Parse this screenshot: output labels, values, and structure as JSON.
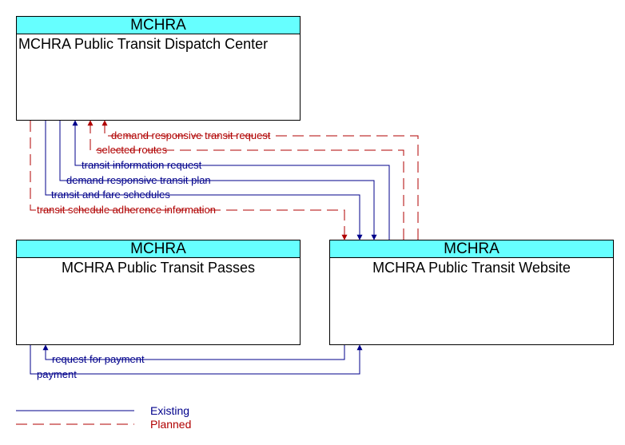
{
  "boxes": {
    "dispatch": {
      "header": "MCHRA",
      "title": "MCHRA Public Transit Dispatch Center"
    },
    "passes": {
      "header": "MCHRA",
      "title": "MCHRA Public Transit Passes"
    },
    "website": {
      "header": "MCHRA",
      "title": "MCHRA Public Transit Website"
    }
  },
  "flows": {
    "demand_responsive_transit_request": "demand responsive transit request",
    "selected_routes": "selected routes",
    "transit_information_request": "transit information request",
    "demand_responsive_transit_plan": "demand responsive transit plan",
    "transit_and_fare_schedules": "transit and fare schedules",
    "transit_schedule_adherence_information": "transit schedule adherence information",
    "request_for_payment": "request for payment",
    "payment": "payment"
  },
  "legend": {
    "existing": "Existing",
    "planned": "Planned"
  },
  "colors": {
    "existing": "#00008b",
    "planned": "#b00000",
    "header_fill": "#66ffff"
  }
}
